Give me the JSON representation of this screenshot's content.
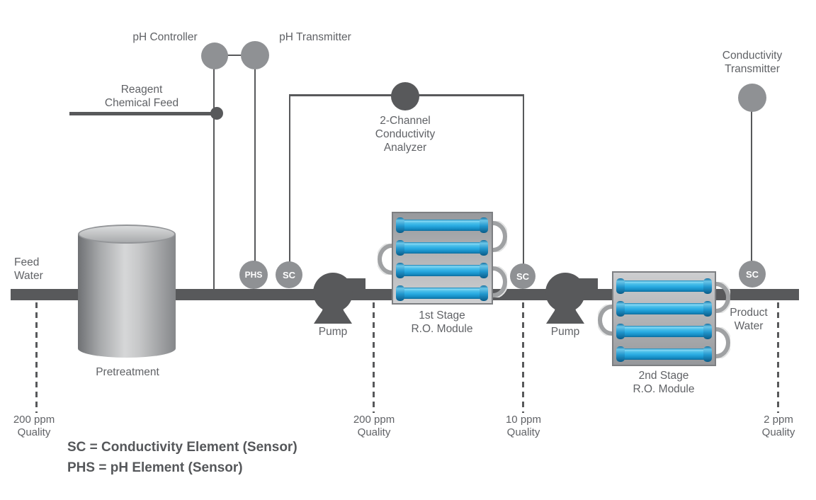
{
  "colors": {
    "pipe_dark": "#58595b",
    "instrument_gray": "#8f9194",
    "tube_blue": "#29abe2",
    "connector_gray": "#9fa1a3",
    "text_gray": "#606266"
  },
  "top": {
    "ph_controller": "pH Controller",
    "ph_transmitter": "pH Transmitter",
    "reagent_feed": [
      "Reagent",
      "Chemical Feed"
    ],
    "analyzer": [
      "2-Channel",
      "Conductivity",
      "Analyzer"
    ],
    "conductivity_transmitter": [
      "Conductivity",
      "Transmitter"
    ]
  },
  "flow": {
    "feed_water": [
      "Feed",
      "Water"
    ],
    "pretreatment": "Pretreatment",
    "pump": "Pump",
    "stage1": [
      "1st Stage",
      "R.O. Module"
    ],
    "stage2": [
      "2nd Stage",
      "R.O. Module"
    ],
    "product_water": [
      "Product",
      "Water"
    ]
  },
  "sensors": {
    "phs": "PHS",
    "sc": "SC"
  },
  "quality": [
    {
      "line1": "200 ppm",
      "line2": "Quality"
    },
    {
      "line1": "200 ppm",
      "line2": "Quality"
    },
    {
      "line1": "10 ppm",
      "line2": "Quality"
    },
    {
      "line1": "2 ppm",
      "line2": "Quality"
    }
  ],
  "legend": {
    "line1": "SC = Conductivity Element (Sensor)",
    "line2": "PHS = pH Element (Sensor)"
  }
}
